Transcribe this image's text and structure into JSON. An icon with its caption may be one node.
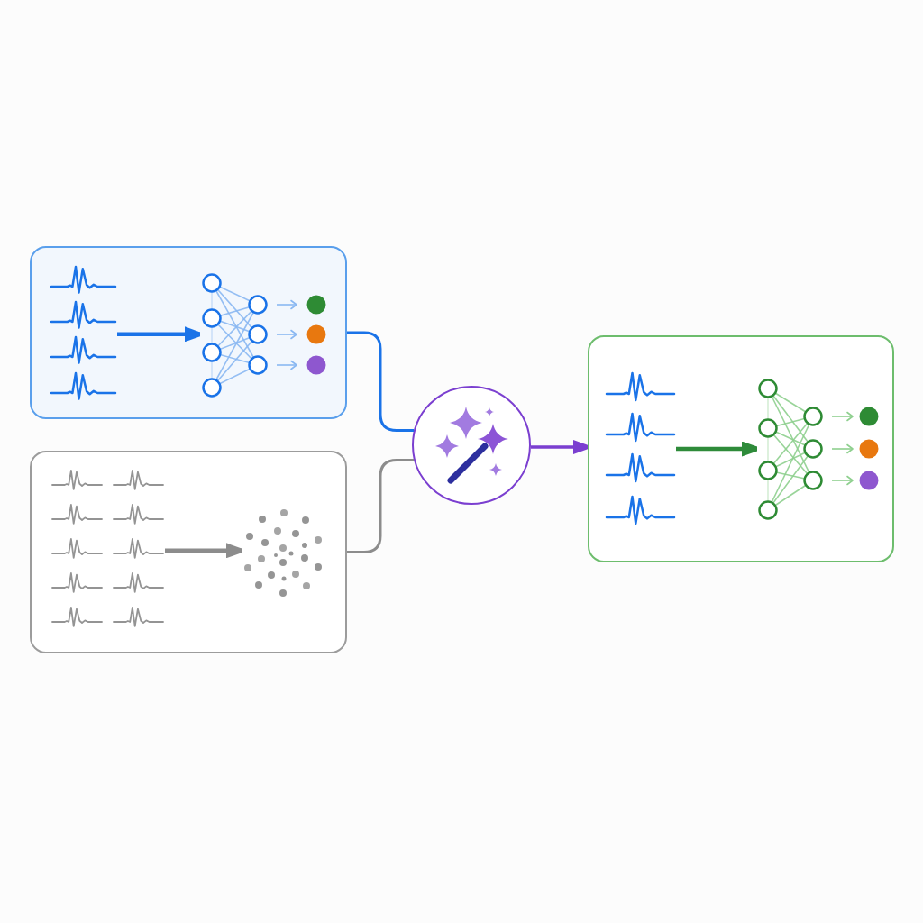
{
  "diagram": {
    "nodes": [
      {
        "text": [],
        "shape": "box"
      },
      {
        "text": [],
        "shape": "picture",
        "in": 0
      },
      {
        "text": [],
        "shape": "picture",
        "in": 0
      },
      {
        "text": [],
        "shape": "box"
      },
      {
        "text": [],
        "shape": "picture",
        "in": 3
      },
      {
        "text": [],
        "shape": "picture",
        "in": 3
      },
      {
        "text": [],
        "shape": "circle"
      },
      {
        "text": [],
        "shape": "box"
      },
      {
        "text": [],
        "shape": "picture",
        "in": 7
      },
      {
        "text": [],
        "shape": "picture",
        "in": 7
      }
    ],
    "edges": [
      {
        "from": 1,
        "to": 2,
        "arrow": "to",
        "color": "#1a73e8"
      },
      {
        "from": 4,
        "to": 5,
        "arrow": "to",
        "color": "#8c8c8c"
      },
      {
        "from": 0,
        "to": 6,
        "arrow": "none",
        "color": "#1a73e8"
      },
      {
        "from": 3,
        "to": 6,
        "arrow": "none",
        "color": "#8c8c8c"
      },
      {
        "from": 6,
        "to": 7,
        "arrow": "to",
        "color": "#7b3fd0"
      },
      {
        "from": 8,
        "to": 9,
        "arrow": "to",
        "color": "#2e8b3a"
      }
    ]
  }
}
